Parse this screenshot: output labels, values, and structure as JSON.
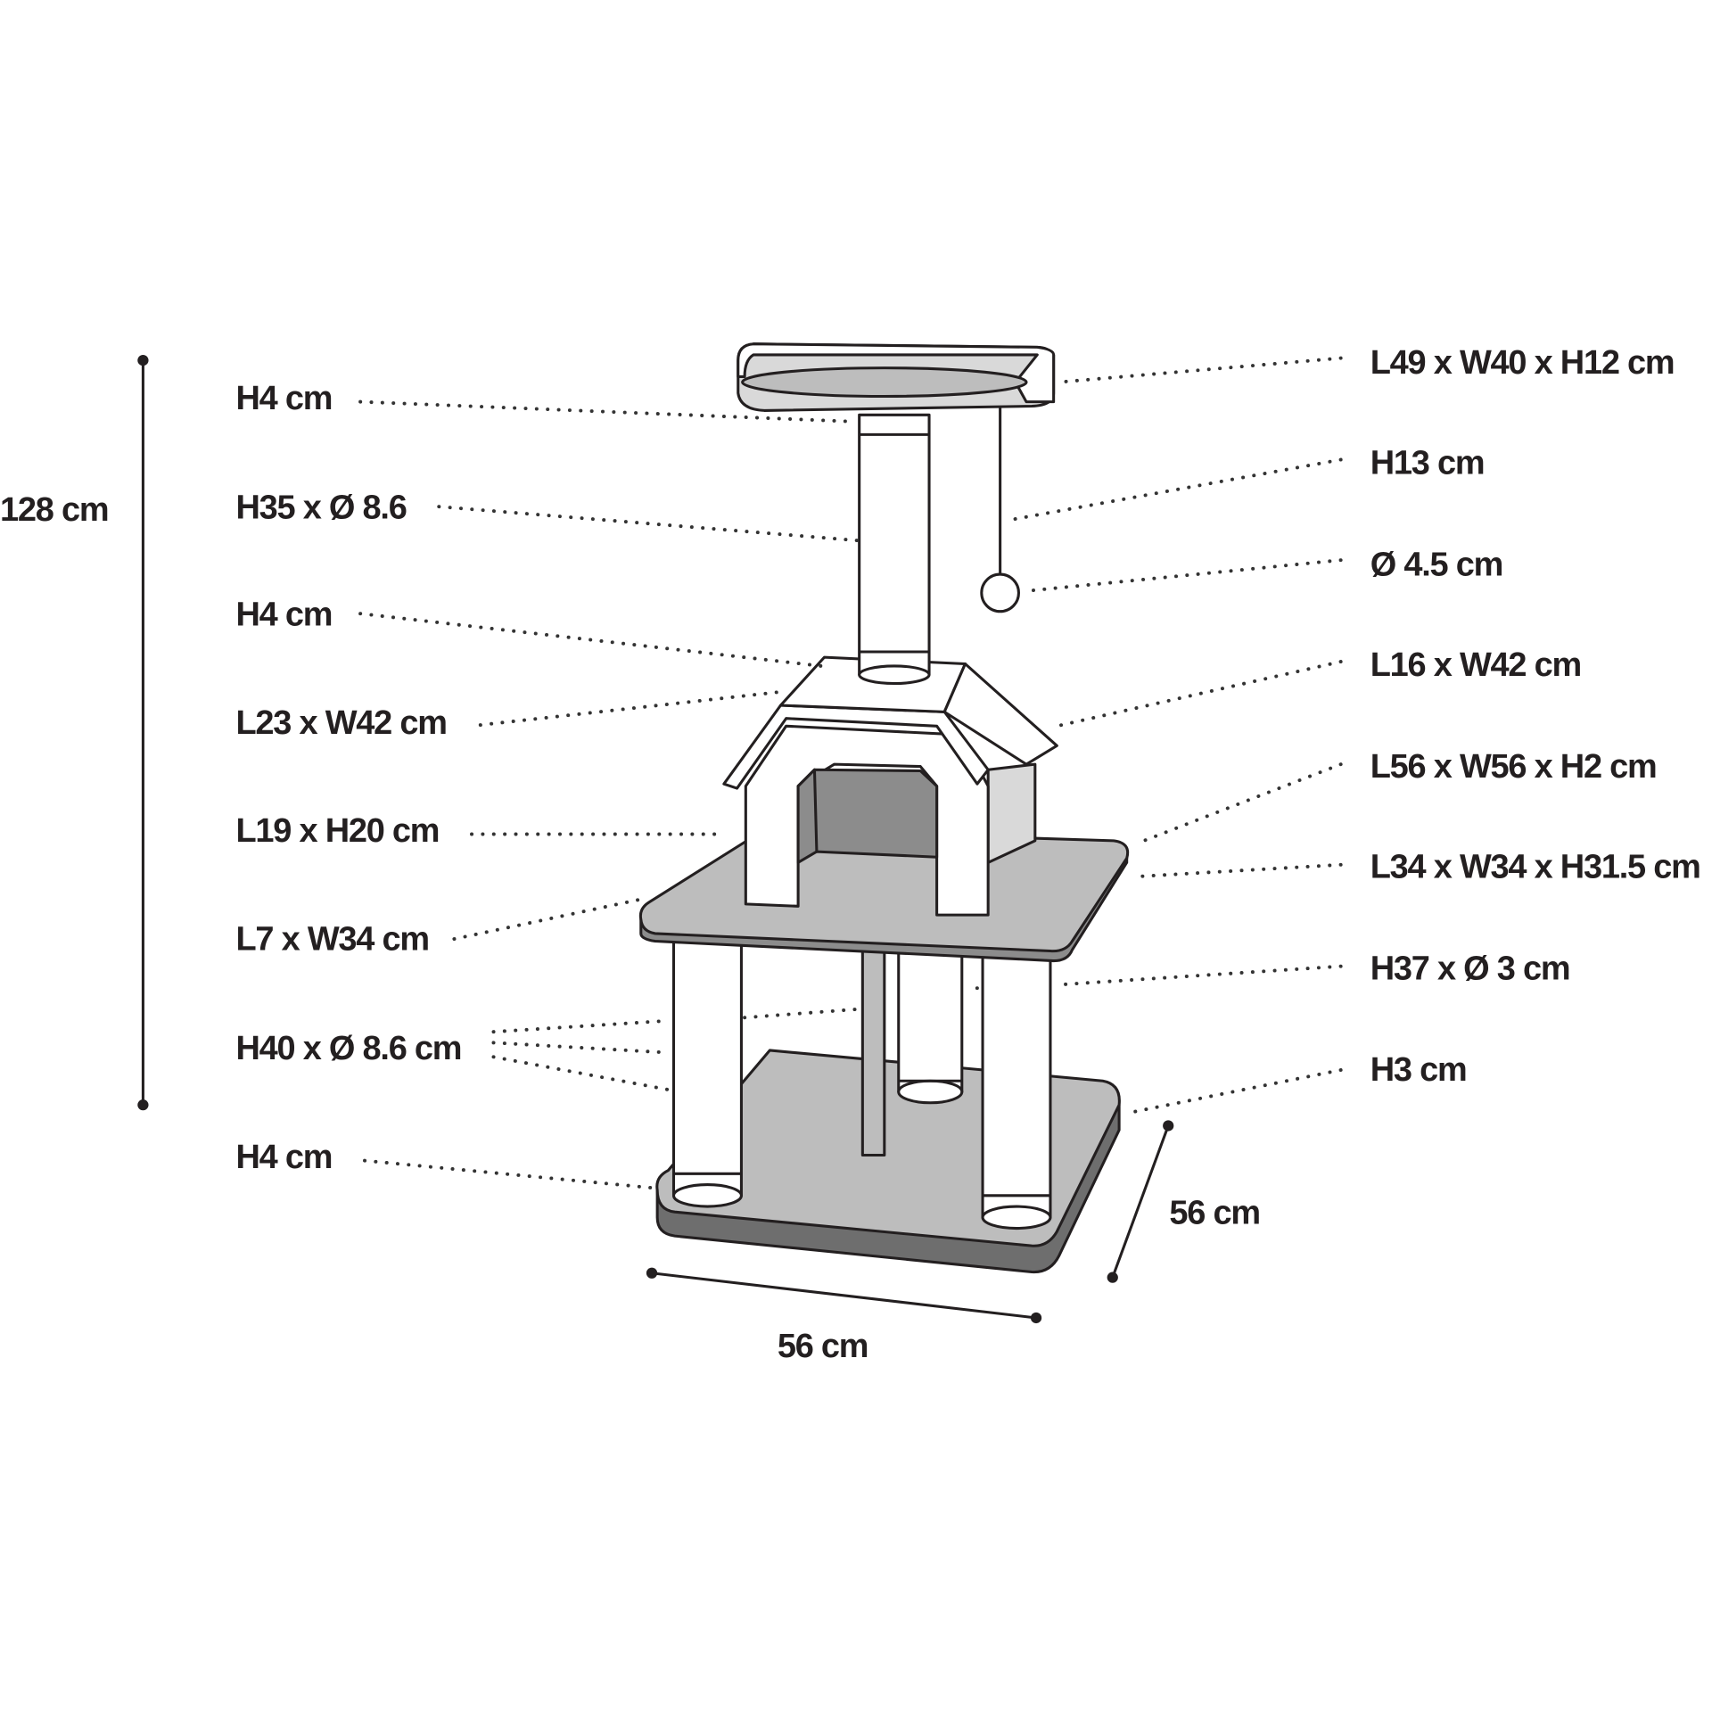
{
  "left_labels": [
    "H4 cm",
    "H35 x Ø 8.6",
    "H4 cm",
    "L23 x W42 cm",
    "L19 x H20 cm",
    "L7 x W34 cm",
    "H40 x Ø 8.6 cm",
    "H4 cm"
  ],
  "right_labels": [
    "L49 x W40 x H12 cm",
    "H13 cm",
    "Ø 4.5 cm",
    "L16 x W42 cm",
    "L56 x W56 x H2 cm",
    "L34 x W34 x H31.5 cm",
    "H37 x Ø 3 cm",
    "H3 cm"
  ],
  "total_height": "128 cm",
  "base_width": "56 cm",
  "base_depth": "56 cm"
}
